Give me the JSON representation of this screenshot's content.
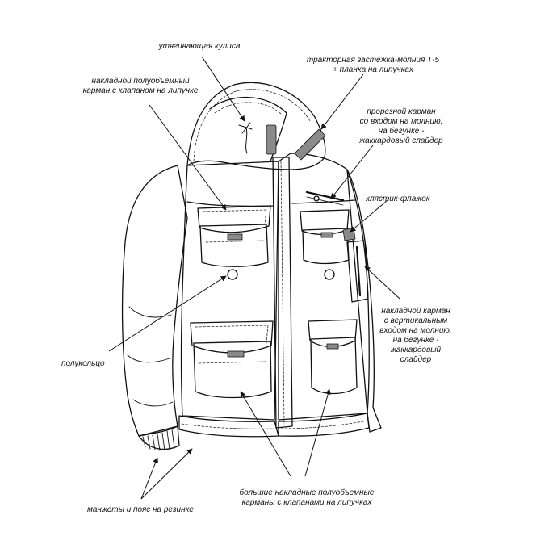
{
  "diagram": {
    "colors": {
      "stroke": "#111111",
      "background": "#ffffff",
      "patch": "#8a8a8a"
    },
    "callouts": {
      "drawstring": "утягивающая кулиса",
      "chest_pocket_left": [
        "накладной полуобъемный",
        "карман с клапаном на липучке"
      ],
      "zipper": [
        "тракторная застёжка-молния Т-5",
        "+ планка на липучках"
      ],
      "slit_pocket": [
        "прорезной карман",
        "со входом на молнию,",
        "на бегунке -",
        "жаккардовый слайдер"
      ],
      "tab": "хлястик-флажок",
      "sleeve_pocket": [
        "накладной карман",
        "с вертикальным",
        "входом на молнию,",
        "на бегунке -",
        "жаккардовый",
        "слайдер"
      ],
      "half_ring": "полукольцо",
      "big_pockets": [
        "большие накладные полуобъемные",
        "карманы с клапанами на липучках"
      ],
      "cuffs": "манжеты и пояс на резинке"
    }
  }
}
